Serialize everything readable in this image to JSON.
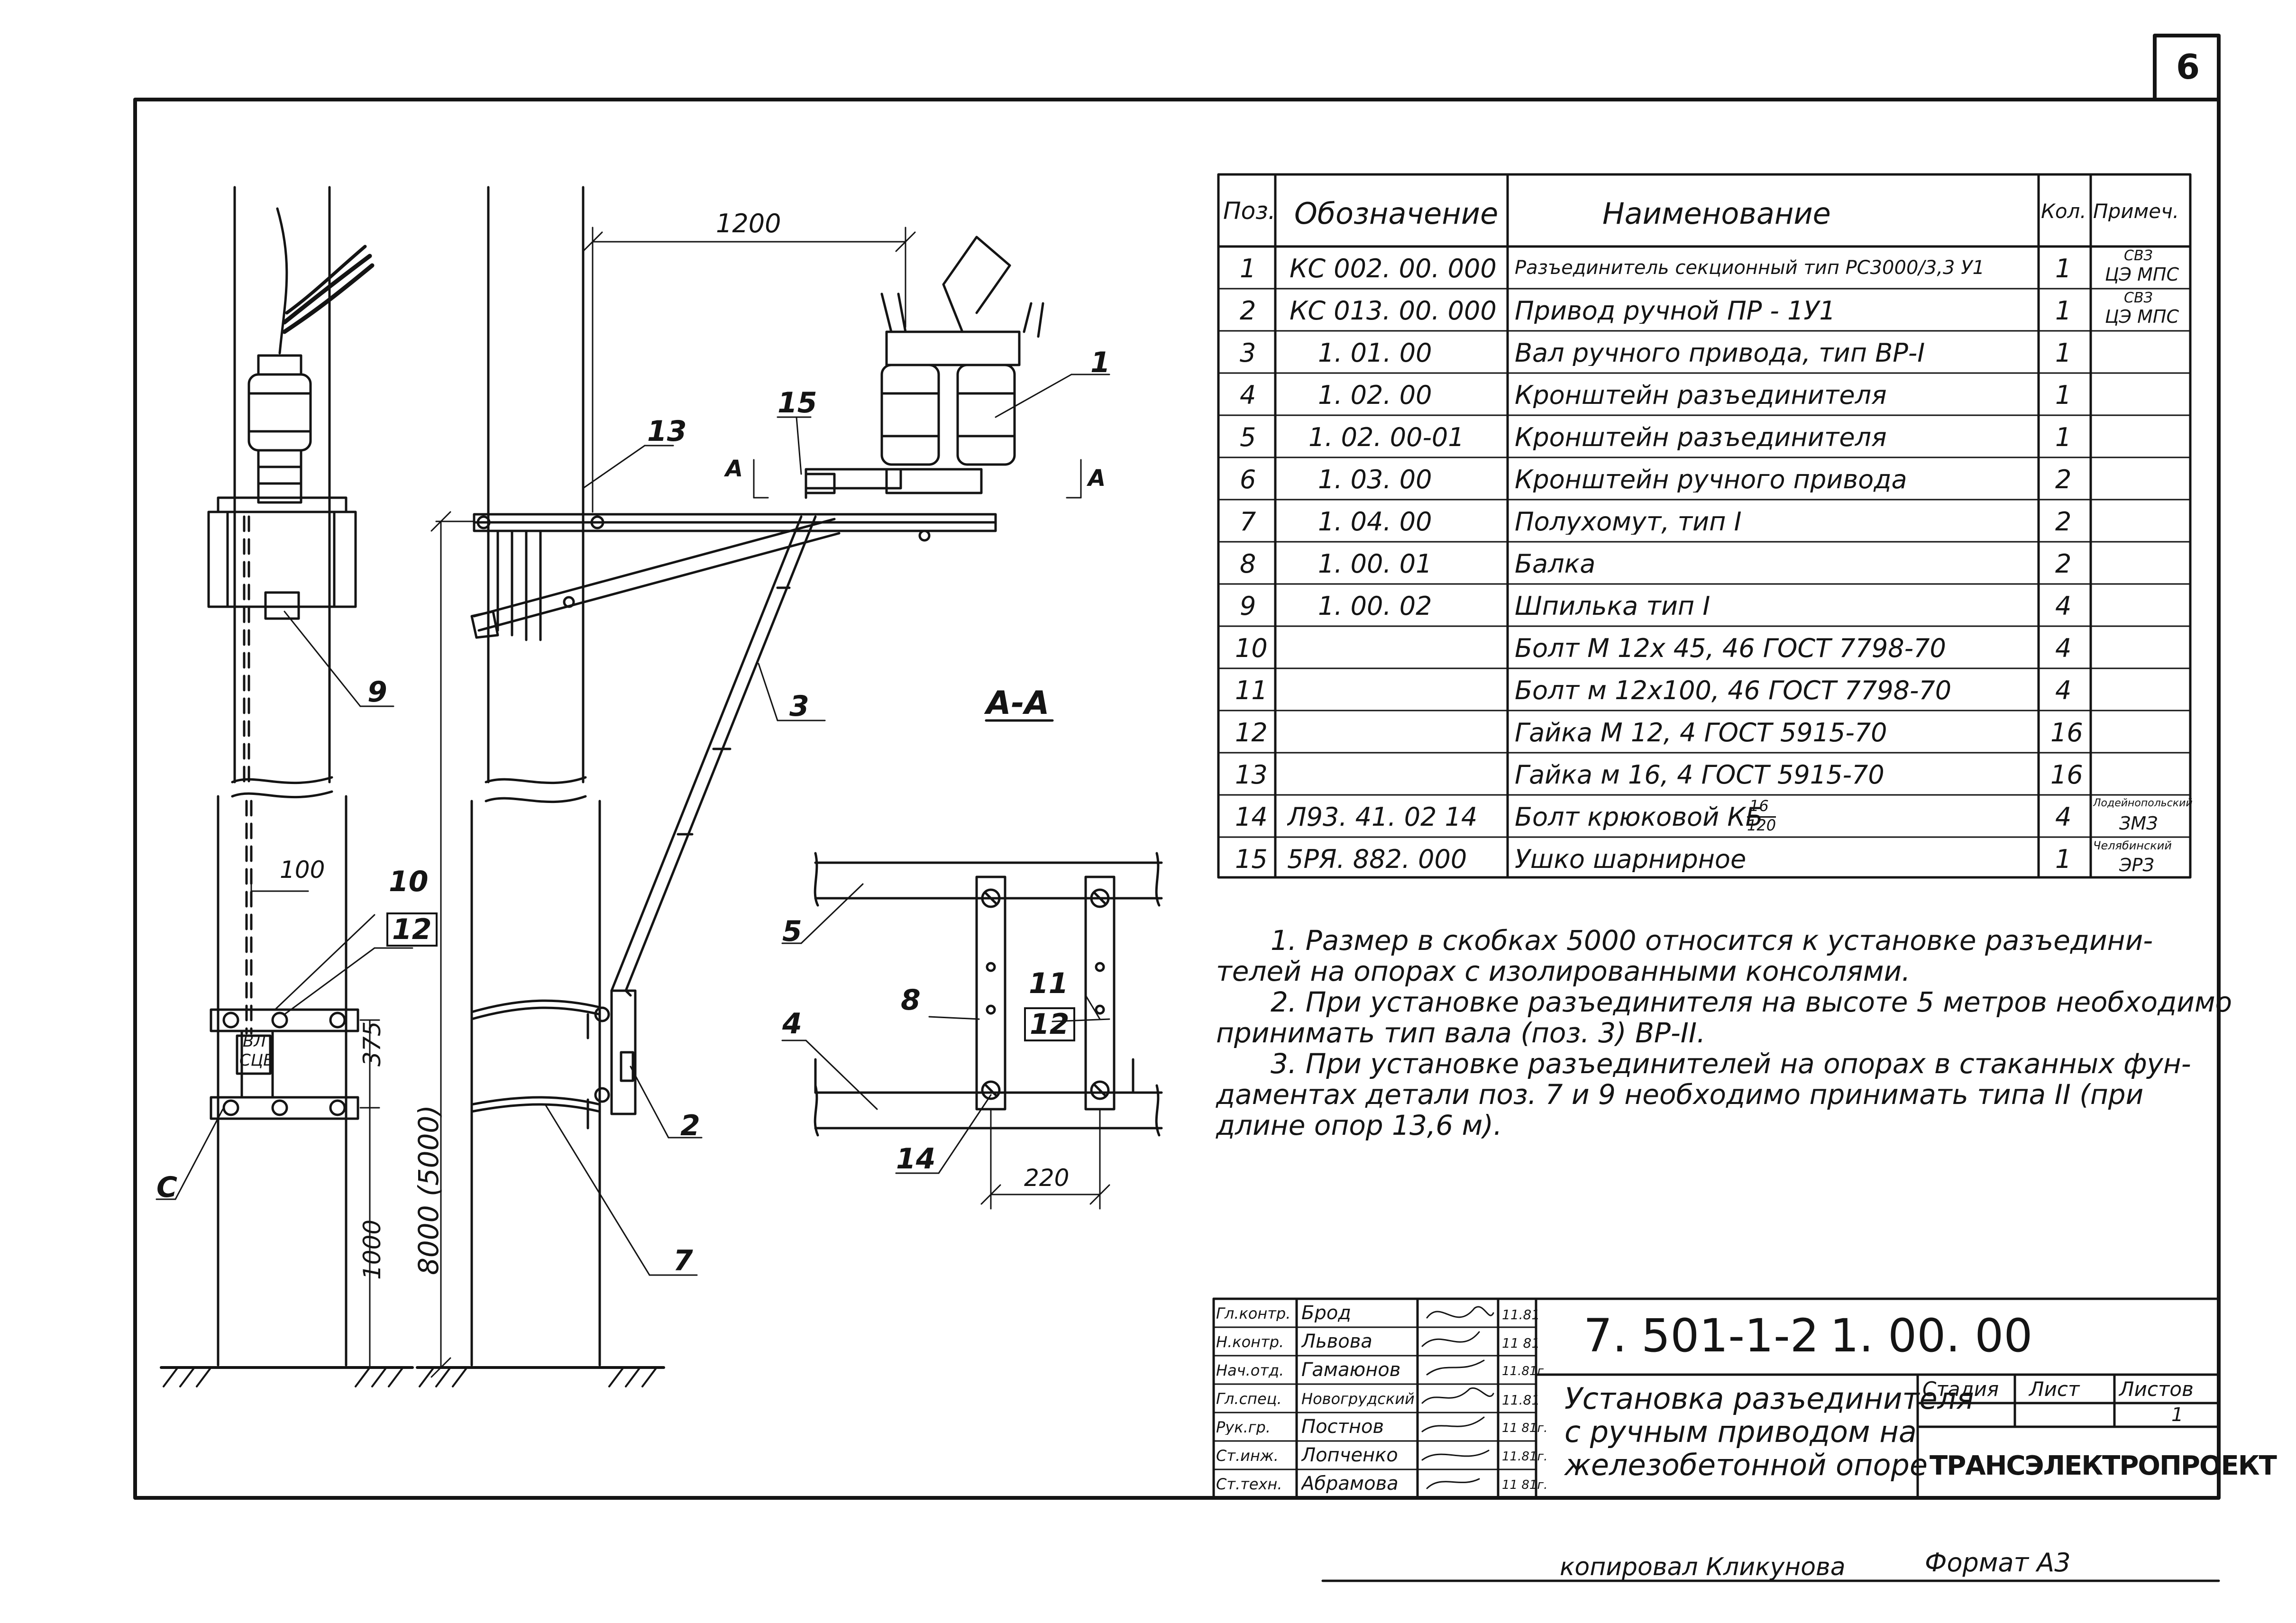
{
  "page_number": "6",
  "section_label": "А-А",
  "section_marks": [
    "A",
    "A"
  ],
  "dims": {
    "d1200": "1200",
    "d100": "100",
    "d375": "375",
    "d8000": "8000 (5000)",
    "d1000": "1000",
    "d220": "220"
  },
  "pole_labels": {
    "gzz_top": "ВЛ",
    "gzz_bottom": "СЦБ",
    "c_mark": "С"
  },
  "callouts": {
    "c1": "1",
    "c2": "2",
    "c3": "3",
    "c4": "4",
    "c5": "5",
    "c7": "7",
    "c8": "8",
    "c9": "9",
    "c10": "10",
    "c11": "11",
    "c12a": "12",
    "c12b": "12",
    "c13": "13",
    "c14": "14",
    "c15": "15"
  },
  "spec": {
    "headers": [
      "Поз.",
      "Обозначение",
      "Наименование",
      "Кол.",
      "Примеч."
    ],
    "rows": [
      {
        "pos": "1",
        "des": "КС 002. 00. 000",
        "name": "Разъединитель секционный тип РС3000/3,3 У1",
        "qty": "1",
        "note": "ЦЭ МПС",
        "note_top": "СВЗ"
      },
      {
        "pos": "2",
        "des": "КС 013. 00. 000",
        "name": "Привод ручной  ПР - 1У1",
        "qty": "1",
        "note": "ЦЭ МПС",
        "note_top": "СВЗ"
      },
      {
        "pos": "3",
        "des": "1. 01. 00",
        "name": "Вал ручного привода, тип ВР-I",
        "qty": "1",
        "note": "",
        "note_top": ""
      },
      {
        "pos": "4",
        "des": "1. 02. 00",
        "name": "Кронштейн разъединителя",
        "qty": "1",
        "note": "",
        "note_top": ""
      },
      {
        "pos": "5",
        "des": "1. 02. 00-01",
        "name": "Кронштейн разъединителя",
        "qty": "1",
        "note": "",
        "note_top": ""
      },
      {
        "pos": "6",
        "des": "1. 03. 00",
        "name": "Кронштейн ручного привода",
        "qty": "2",
        "note": "",
        "note_top": ""
      },
      {
        "pos": "7",
        "des": "1. 04. 00",
        "name": "Полухомут,  тип I",
        "qty": "2",
        "note": "",
        "note_top": ""
      },
      {
        "pos": "8",
        "des": "1. 00. 01",
        "name": "Балка",
        "qty": "2",
        "note": "",
        "note_top": ""
      },
      {
        "pos": "9",
        "des": "1. 00. 02",
        "name": "Шпилька  тип I",
        "qty": "4",
        "note": "",
        "note_top": ""
      },
      {
        "pos": "10",
        "des": "",
        "name": "Болт М 12х 45, 46  ГОСТ 7798-70",
        "qty": "4",
        "note": "",
        "note_top": ""
      },
      {
        "pos": "11",
        "des": "",
        "name": "Болт м 12х100, 46 ГОСТ 7798-70",
        "qty": "4",
        "note": "",
        "note_top": ""
      },
      {
        "pos": "12",
        "des": "",
        "name": "Гайка М 12, 4  ГОСТ 5915-70",
        "qty": "16",
        "note": "",
        "note_top": ""
      },
      {
        "pos": "13",
        "des": "",
        "name": "Гайка м 16, 4 ГОСТ 5915-70",
        "qty": "16",
        "note": "",
        "note_top": ""
      },
      {
        "pos": "14",
        "des": "Л93. 41. 02 14",
        "name": "Болт крюковой КБ",
        "name_frac_top": "16",
        "name_frac_bottom": "120",
        "qty": "4",
        "note": "ЗМЗ",
        "note_top": "Лодейнопольский"
      },
      {
        "pos": "15",
        "des": "5РЯ. 882. 000",
        "name": "Ушко шарнирное",
        "qty": "1",
        "note": "ЭРЗ",
        "note_top": "Челябинский"
      }
    ]
  },
  "notes": [
    "1. Размер в скобках 5000 относится  к установке разъедини-",
    "телей на опорах с изолированными консолями.",
    "2. При установке разъединителя на высоте 5 метров необходимо",
    "принимать тип вала (поз. 3) ВР-II.",
    "3. При установке разъединителей на опорах в стаканных фун-",
    "даментах детали поз. 7 и 9 необходимо принимать типа II (при",
    "длине  опор 13,6 м)."
  ],
  "title_block": {
    "code": "7. 501-1-2",
    "sheet_code": "1. 00. 00",
    "title_lines": [
      "Установка разъединителя",
      "с ручным приводом на",
      "железобетонной опоре"
    ],
    "stage_label": "Стадия",
    "sheet_label": "Лист",
    "sheets_label": "Листов",
    "sheets_value": "1",
    "org": "ТРАНСЭЛЕКТРОПРОЕКТ",
    "staff": [
      {
        "role": "Гл.контр.",
        "name": "Брод",
        "date": "11.81"
      },
      {
        "role": "Н.контр.",
        "name": "Львова",
        "date": "11 81"
      },
      {
        "role": "Нач.отд.",
        "name": "Гамаюнов",
        "date": "11.81г."
      },
      {
        "role": "Гл.спец.",
        "name": "Новогрудский",
        "date": "11.81"
      },
      {
        "role": "Рук.гр.",
        "name": "Постнов",
        "date": "11 81г."
      },
      {
        "role": "Ст.инж.",
        "name": "Лопченко",
        "date": "11.81г."
      },
      {
        "role": "Ст.техн.",
        "name": "Абрамова",
        "date": "11 81г."
      }
    ]
  },
  "copied_by": "копировал Кликунова",
  "format": "Формат А3"
}
